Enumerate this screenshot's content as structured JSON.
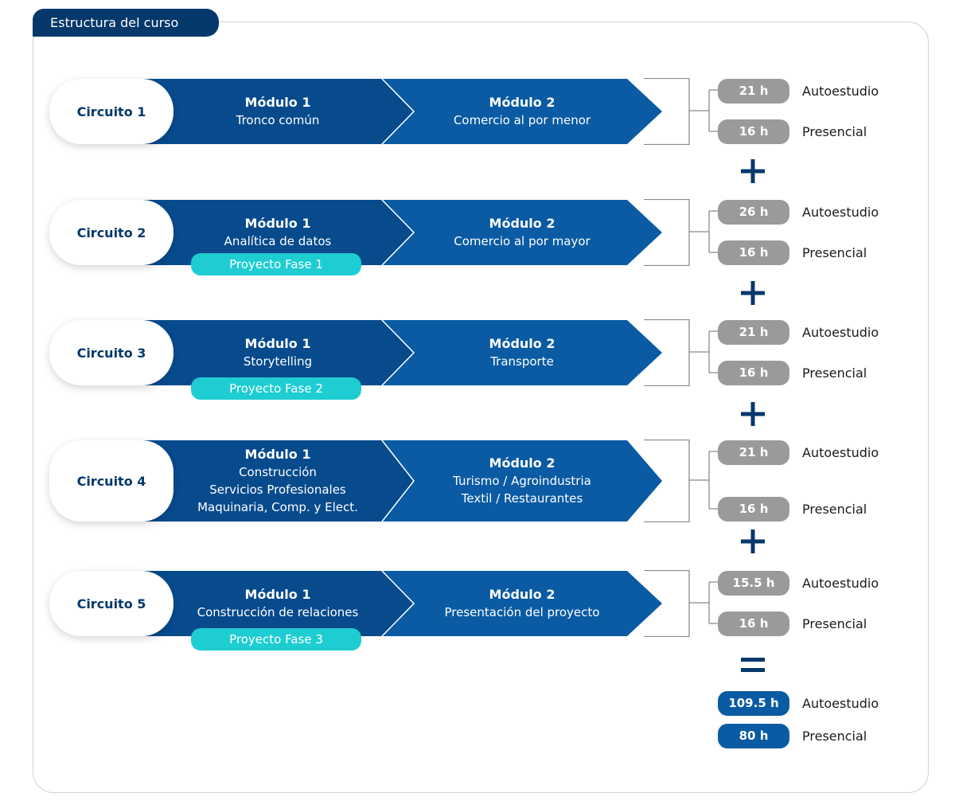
{
  "header": {
    "title": "Estructura del curso"
  },
  "colors": {
    "dark_blue": "#05386b",
    "module1_blue": "#074b8d",
    "module2_blue": "#0a5ba3",
    "phase_teal": "#1ecdd1",
    "hours_grey": "#9a9a9a"
  },
  "circuits": [
    {
      "label": "Circuito 1",
      "module1": {
        "title": "Módulo 1",
        "lines": [
          "Tronco común"
        ]
      },
      "module2": {
        "title": "Módulo 2",
        "lines": [
          "Comercio al por menor"
        ]
      },
      "phase": "",
      "self_study": {
        "hours": "21 h",
        "label": "Autoestudio"
      },
      "in_person": {
        "hours": "16 h",
        "label": "Presencial"
      },
      "operator": "plus"
    },
    {
      "label": "Circuito 2",
      "module1": {
        "title": "Módulo 1",
        "lines": [
          "Analítica de datos"
        ]
      },
      "module2": {
        "title": "Módulo 2",
        "lines": [
          "Comercio al por mayor"
        ]
      },
      "phase": "Proyecto Fase 1",
      "self_study": {
        "hours": "26 h",
        "label": "Autoestudio"
      },
      "in_person": {
        "hours": "16 h",
        "label": "Presencial"
      },
      "operator": "plus"
    },
    {
      "label": "Circuito 3",
      "module1": {
        "title": "Módulo 1",
        "lines": [
          "Storytelling"
        ]
      },
      "module2": {
        "title": "Módulo 2",
        "lines": [
          "Transporte"
        ]
      },
      "phase": "Proyecto Fase 2",
      "self_study": {
        "hours": "21 h",
        "label": "Autoestudio"
      },
      "in_person": {
        "hours": "16 h",
        "label": "Presencial"
      },
      "operator": "plus"
    },
    {
      "label": "Circuito 4",
      "module1": {
        "title": "Módulo 1",
        "lines": [
          "Construcción",
          "Servicios Profesionales",
          "Maquinaria, Comp. y Elect."
        ]
      },
      "module2": {
        "title": "Módulo 2",
        "lines": [
          "Turismo / Agroindustria",
          "Textil / Restaurantes"
        ]
      },
      "phase": "",
      "self_study": {
        "hours": "21 h",
        "label": "Autoestudio"
      },
      "in_person": {
        "hours": "16 h",
        "label": "Presencial"
      },
      "operator": "plus"
    },
    {
      "label": "Circuito 5",
      "module1": {
        "title": "Módulo 1",
        "lines": [
          "Construcción de relaciones"
        ]
      },
      "module2": {
        "title": "Módulo 2",
        "lines": [
          "Presentación del proyecto"
        ]
      },
      "phase": "Proyecto Fase 3",
      "self_study": {
        "hours": "15.5 h",
        "label": "Autoestudio"
      },
      "in_person": {
        "hours": "16 h",
        "label": "Presencial"
      },
      "operator": "equals"
    }
  ],
  "totals": {
    "self_study": {
      "hours": "109.5 h",
      "label": "Autoestudio"
    },
    "in_person": {
      "hours": "80 h",
      "label": "Presencial"
    }
  }
}
